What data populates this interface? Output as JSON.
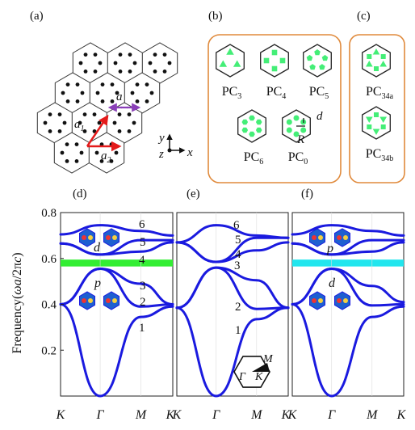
{
  "panels": {
    "a": "(a)",
    "b": "(b)",
    "c": "(c)",
    "d": "(d)",
    "e": "(e)",
    "f": "(f)"
  },
  "lattice": {
    "a_label": "a",
    "a1_label": "a",
    "a1_sub": "1",
    "a2_label": "a",
    "a2_sub": "2",
    "y_label": "y",
    "z_label": "z",
    "x_label": "x"
  },
  "cells_b": [
    {
      "base": "PC",
      "sub": "3"
    },
    {
      "base": "PC",
      "sub": "4"
    },
    {
      "base": "PC",
      "sub": "5"
    },
    {
      "base": "PC",
      "sub": "6"
    },
    {
      "base": "PC",
      "sub": "0"
    }
  ],
  "cells_c": [
    {
      "base": "PC",
      "sub": "34a"
    },
    {
      "base": "PC",
      "sub": "34b"
    }
  ],
  "cell_annot": {
    "d": "d",
    "R": "R"
  },
  "chart_data": {
    "type": "line",
    "ylabel_parts": [
      "Frequency(",
      "ωa",
      "/2π",
      "c",
      ")"
    ],
    "ylim": [
      0,
      0.8
    ],
    "yticks": [
      "0.2",
      "0.4",
      "0.6",
      "0.8"
    ],
    "xticks": [
      "K",
      "Γ",
      "M",
      "K"
    ],
    "panels": [
      {
        "id": "d",
        "gap": {
          "range": [
            0.565,
            0.595
          ],
          "color": "#33ee33"
        },
        "band_labels": [
          "1",
          "2",
          "3",
          "4",
          "5",
          "6"
        ],
        "mode_labels": [
          "d",
          "p"
        ],
        "bands": [
          {
            "x": [
              0,
              1,
              2,
              3
            ],
            "y": [
              0.4,
              0.0,
              0.345,
              0.39
            ]
          },
          {
            "x": [
              0,
              1,
              2,
              3
            ],
            "y": [
              0.4,
              0.555,
              0.39,
              0.4
            ]
          },
          {
            "x": [
              0,
              1,
              2,
              3
            ],
            "y": [
              0.4,
              0.555,
              0.49,
              0.4
            ]
          },
          {
            "x": [
              0,
              1,
              2,
              3
            ],
            "y": [
              0.665,
              0.617,
              0.63,
              0.67
            ]
          },
          {
            "x": [
              0,
              1,
              2,
              3
            ],
            "y": [
              0.665,
              0.617,
              0.68,
              0.68
            ]
          },
          {
            "x": [
              0,
              1,
              2,
              3
            ],
            "y": [
              0.705,
              0.745,
              0.72,
              0.7
            ]
          }
        ]
      },
      {
        "id": "e",
        "band_labels": [
          "1",
          "2",
          "3",
          "4",
          "5",
          "6"
        ],
        "inset_labels": {
          "gamma": "Γ",
          "K": "K",
          "M": "M"
        },
        "bands": [
          {
            "x": [
              0,
              1,
              2,
              3
            ],
            "y": [
              0.385,
              0.0,
              0.335,
              0.385
            ]
          },
          {
            "x": [
              0,
              1,
              2,
              3
            ],
            "y": [
              0.385,
              0.56,
              0.38,
              0.385
            ]
          },
          {
            "x": [
              0,
              1,
              2,
              3
            ],
            "y": [
              0.385,
              0.56,
              0.505,
              0.385
            ]
          },
          {
            "x": [
              0,
              1,
              2,
              3
            ],
            "y": [
              0.67,
              0.585,
              0.635,
              0.67
            ]
          },
          {
            "x": [
              0,
              1,
              2,
              3
            ],
            "y": [
              0.67,
              0.585,
              0.69,
              0.69
            ]
          },
          {
            "x": [
              0,
              1,
              2,
              3
            ],
            "y": [
              0.67,
              0.745,
              0.7,
              0.69
            ]
          }
        ]
      },
      {
        "id": "f",
        "gap": {
          "range": [
            0.565,
            0.595
          ],
          "color": "#22e6ee"
        },
        "mode_labels": [
          "p",
          "d"
        ],
        "bands": [
          {
            "x": [
              0,
              1,
              2,
              3
            ],
            "y": [
              0.4,
              0.0,
              0.345,
              0.39
            ]
          },
          {
            "x": [
              0,
              1,
              2,
              3
            ],
            "y": [
              0.4,
              0.555,
              0.395,
              0.4
            ]
          },
          {
            "x": [
              0,
              1,
              2,
              3
            ],
            "y": [
              0.4,
              0.555,
              0.48,
              0.41
            ]
          },
          {
            "x": [
              0,
              1,
              2,
              3
            ],
            "y": [
              0.665,
              0.617,
              0.63,
              0.67
            ]
          },
          {
            "x": [
              0,
              1,
              2,
              3
            ],
            "y": [
              0.665,
              0.617,
              0.68,
              0.68
            ]
          },
          {
            "x": [
              0,
              1,
              2,
              3
            ],
            "y": [
              0.705,
              0.745,
              0.72,
              0.7
            ]
          }
        ]
      }
    ],
    "colors": {
      "band": "#1a1adf",
      "gap_d": "#33ee33",
      "gap_f": "#22e6ee",
      "box": "#e08a3c",
      "hole": "#44ee77"
    }
  }
}
